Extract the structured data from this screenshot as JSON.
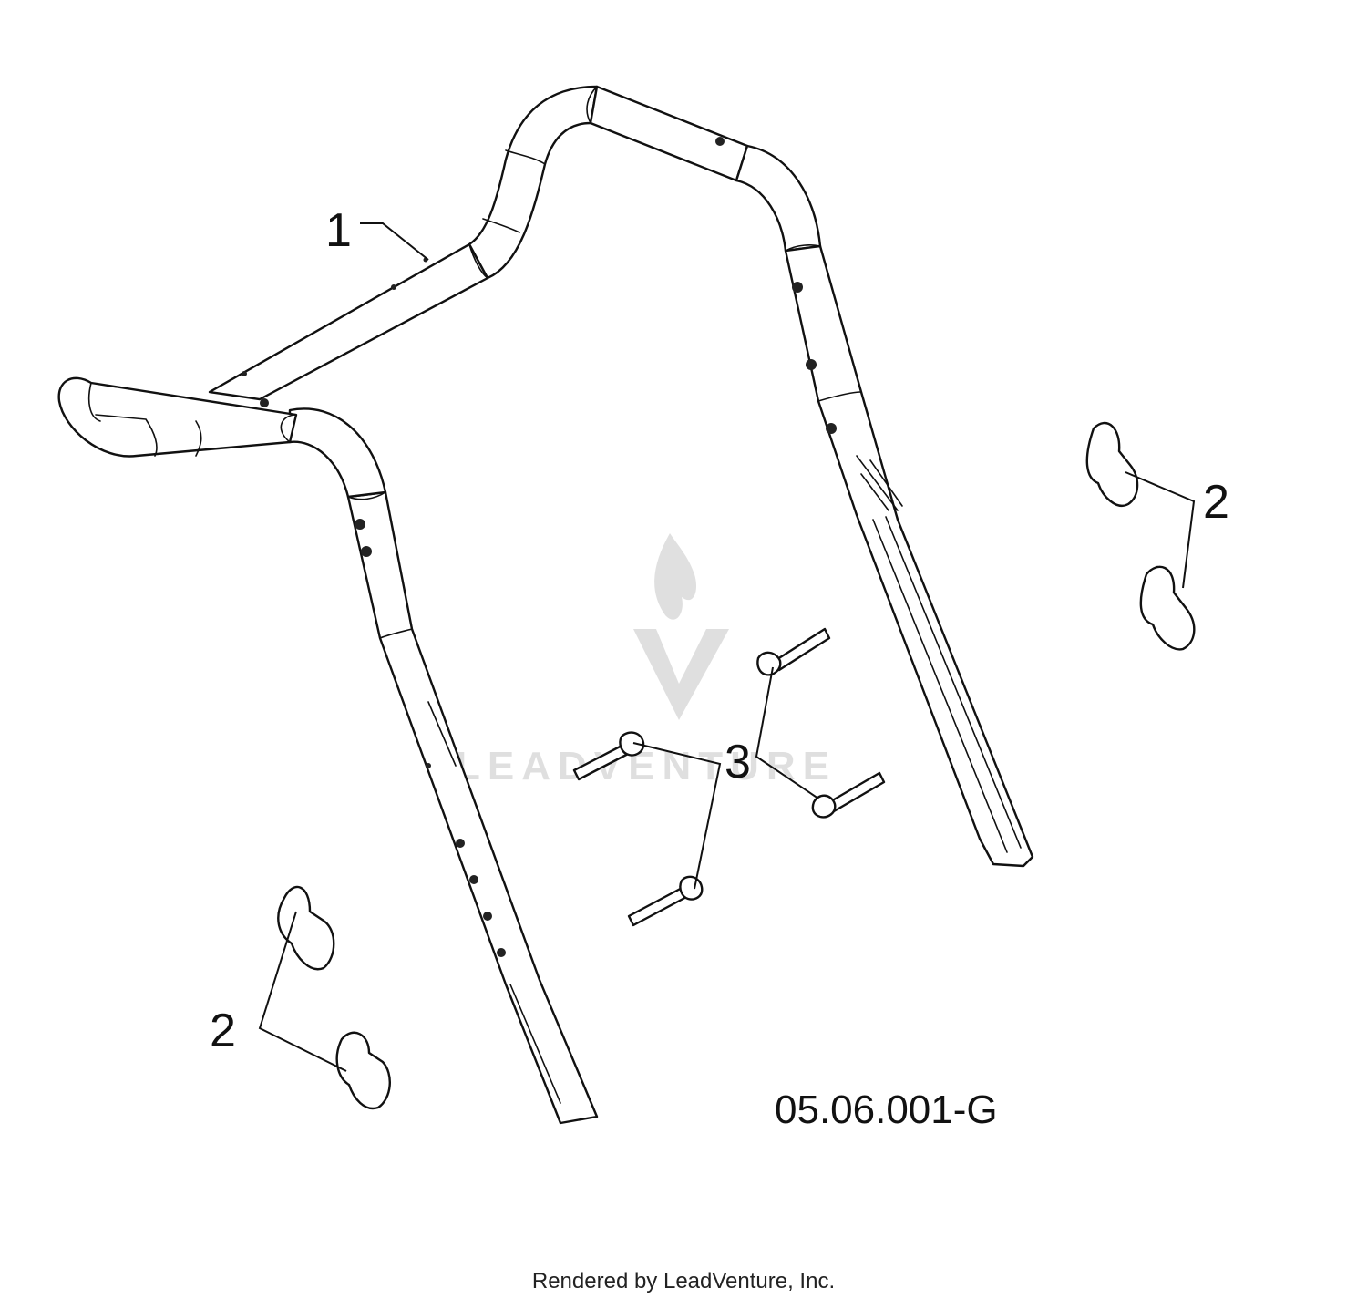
{
  "diagram": {
    "callouts": [
      {
        "id": "handle",
        "label": "1"
      },
      {
        "id": "knob-right",
        "label": "2"
      },
      {
        "id": "knob-left",
        "label": "2"
      },
      {
        "id": "bolts",
        "label": "3"
      }
    ],
    "figure_code": "05.06.001-G",
    "watermark_text": "LEADVENTURE"
  },
  "footer": {
    "credit": "Rendered by LeadVenture, Inc."
  },
  "colors": {
    "line": "#111111",
    "background": "#ffffff",
    "watermark": "#cccccc"
  }
}
